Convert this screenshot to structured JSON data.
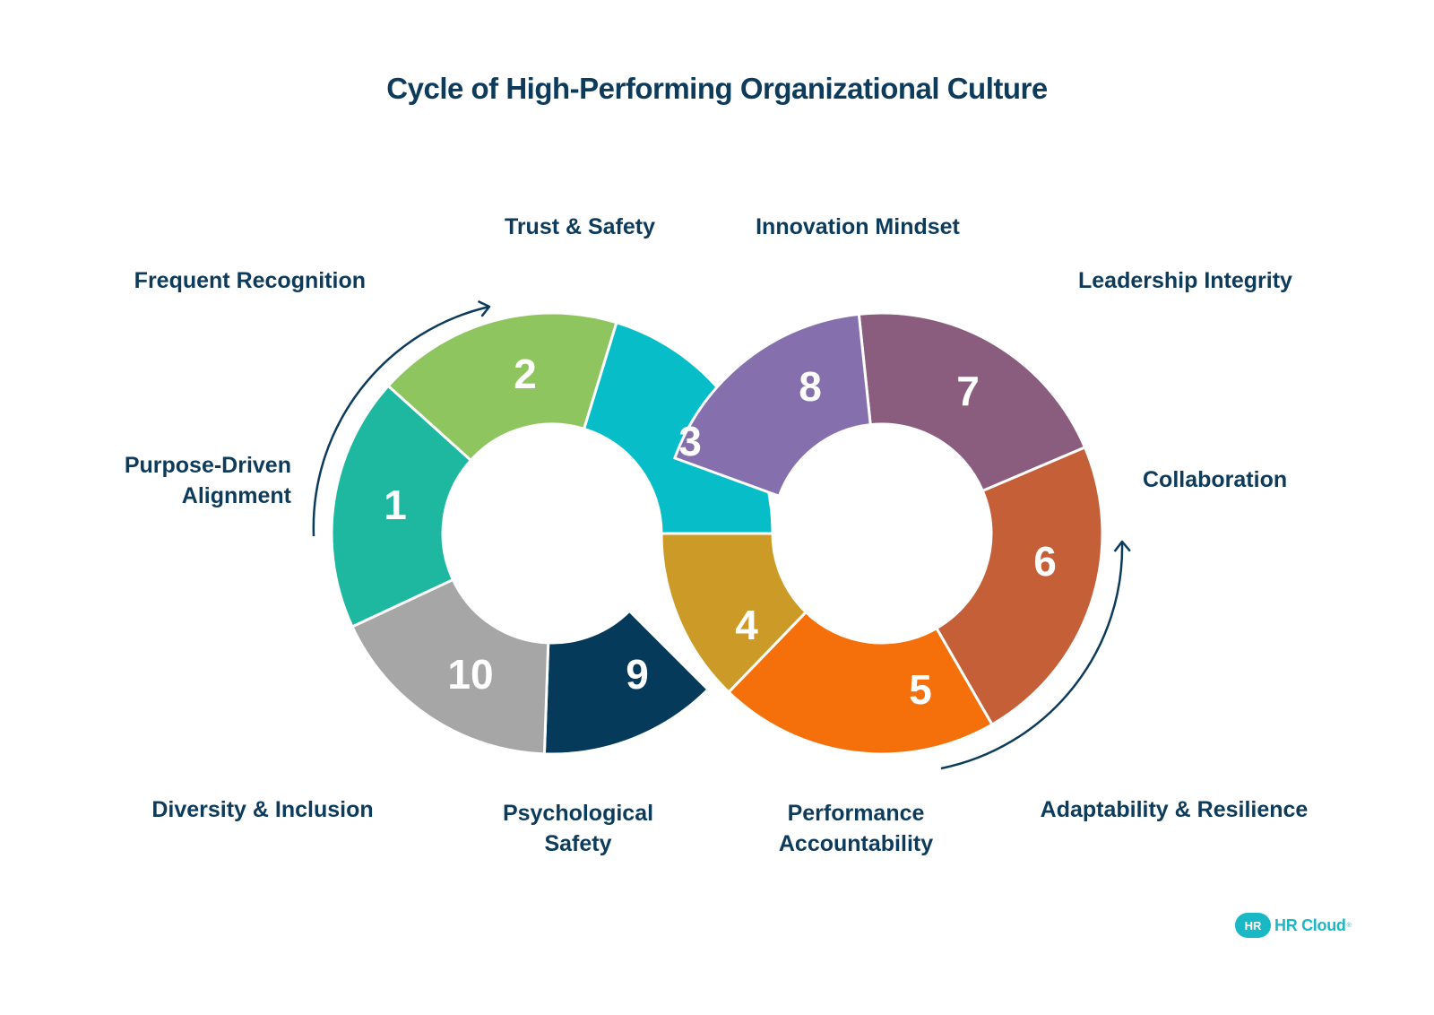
{
  "title": "Cycle of High-Performing Organizational Culture",
  "segments": [
    {
      "number": "1",
      "color": "#1db89f"
    },
    {
      "number": "2",
      "color": "#8fc55e"
    },
    {
      "number": "3",
      "color": "#06bdc8"
    },
    {
      "number": "4",
      "color": "#cc9a26"
    },
    {
      "number": "5",
      "color": "#f56f0a"
    },
    {
      "number": "6",
      "color": "#c45f38"
    },
    {
      "number": "7",
      "color": "#8a5c7d"
    },
    {
      "number": "8",
      "color": "#8570ad"
    },
    {
      "number": "9",
      "color": "#053a5b"
    },
    {
      "number": "10",
      "color": "#a6a6a6"
    }
  ],
  "labels": {
    "frequent_recognition": "Frequent Recognition",
    "trust_safety": "Trust & Safety",
    "innovation_mindset": "Innovation Mindset",
    "leadership_integrity": "Leadership Integrity",
    "purpose_driven_line1": "Purpose-Driven",
    "purpose_driven_line2": "Alignment",
    "collaboration": "Collaboration",
    "diversity_inclusion": "Diversity & Inclusion",
    "psychological_line1": "Psychological",
    "psychological_line2": "Safety",
    "performance_line1": "Performance",
    "performance_line2": "Accountability",
    "adaptability_resilience": "Adaptability & Resilience"
  },
  "logo": {
    "badge": "HR",
    "text": "HR Cloud",
    "mark": "®"
  },
  "colors": {
    "text": "#0d3b5c",
    "arrow": "#0d3b5c",
    "logo": "#1ab8c4"
  }
}
